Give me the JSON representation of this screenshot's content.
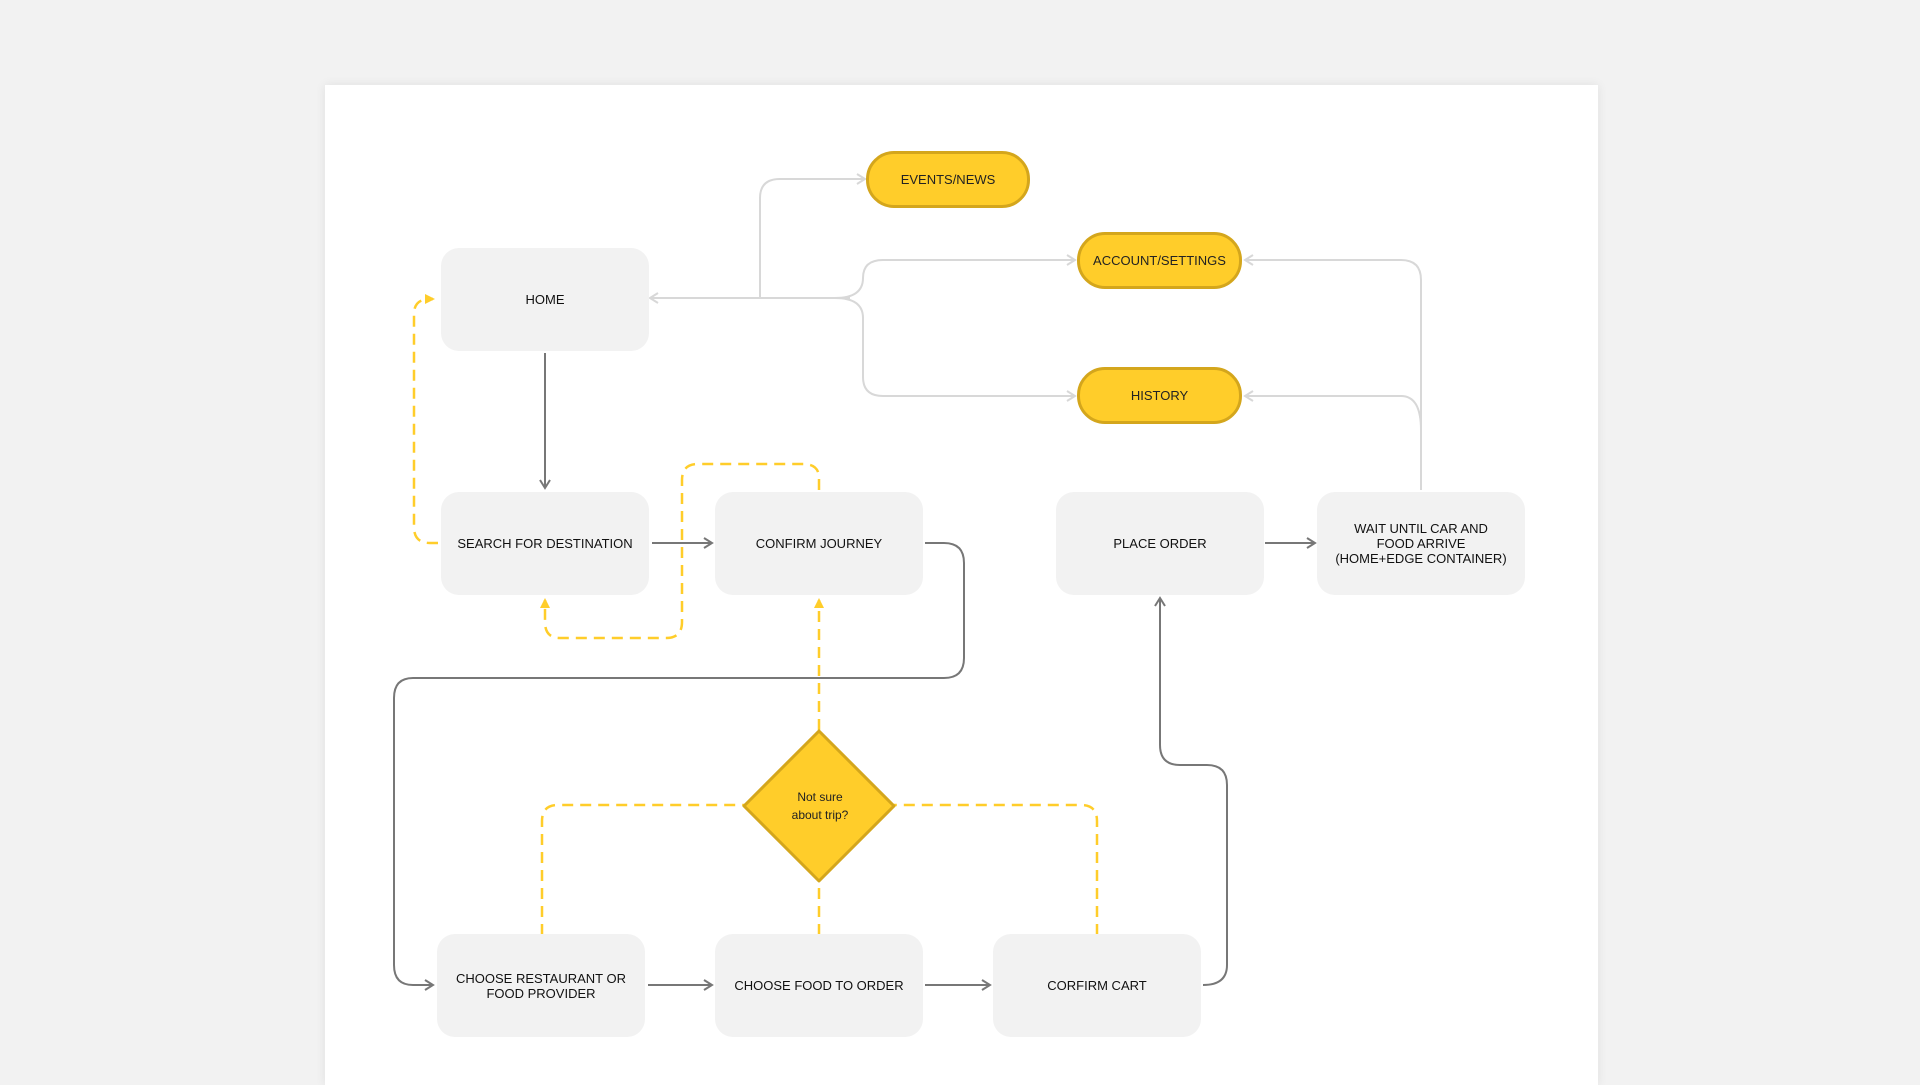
{
  "nodes": {
    "home": "HOME",
    "search_destination": "SEARCH FOR DESTINATION",
    "confirm_journey": "CONFIRM JOURNEY",
    "place_order": "PLACE ORDER",
    "wait_car_food": "WAIT UNTIL CAR AND\nFOOD ARRIVE\n(HOME+EDGE CONTAINER)",
    "choose_restaurant": "CHOOSE RESTAURANT OR\nFOOD PROVIDER",
    "choose_food": "CHOOSE FOOD TO ORDER",
    "confirm_cart": "CORFIRM CART"
  },
  "pills": {
    "events_news": "EVENTS/NEWS",
    "account_settings": "ACCOUNT/SETTINGS",
    "history": "HISTORY"
  },
  "decision": {
    "label": "Not sure\nabout trip?"
  },
  "colors": {
    "accent_yellow": "#ffcd2a",
    "accent_border": "#d4a61c",
    "node_fill": "#f2f2f2",
    "connector_dark": "#777777",
    "connector_light": "#d8d8d8",
    "connector_dashed": "#ffcd2a"
  }
}
